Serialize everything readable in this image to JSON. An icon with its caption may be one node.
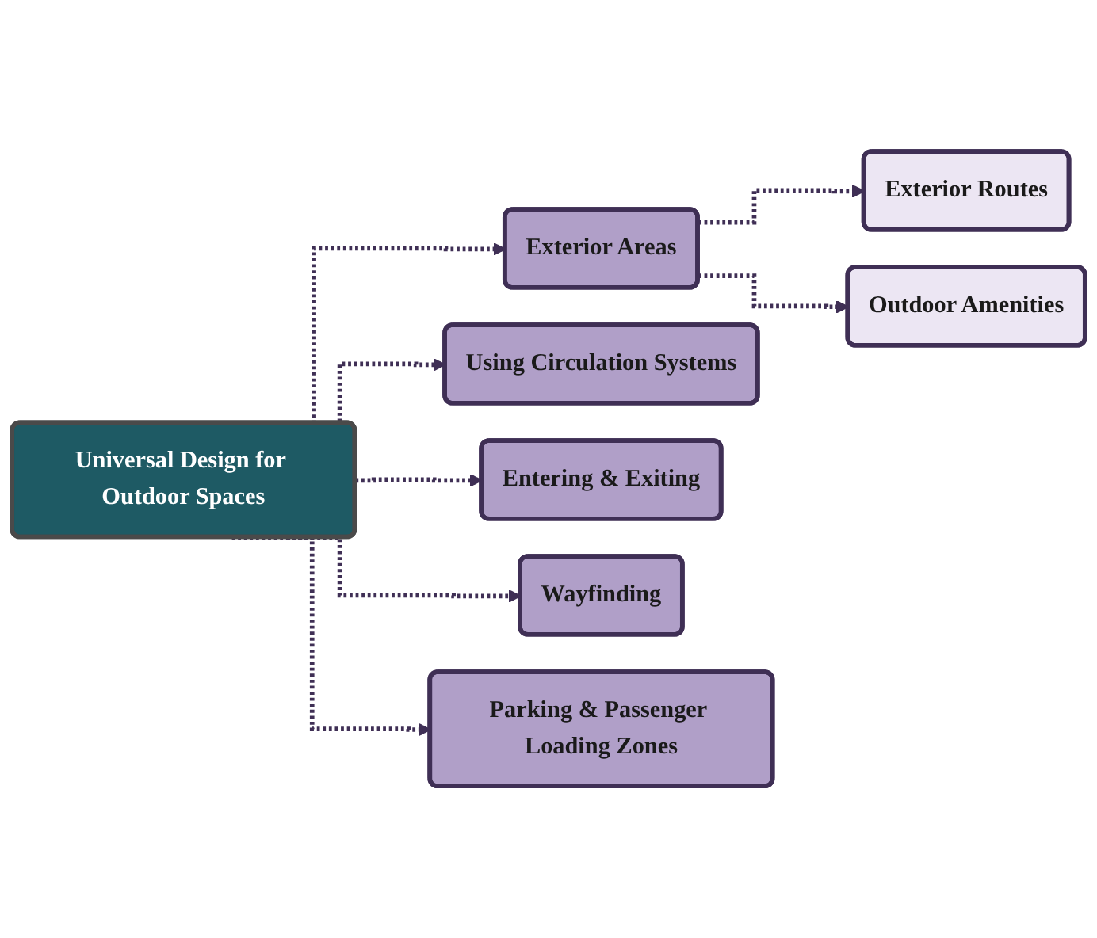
{
  "diagram": {
    "nodes": [
      {
        "text": [
          "Universal Design for Outdoor Spaces"
        ]
      },
      {
        "text": [
          "Exterior Areas"
        ]
      },
      {
        "text": [
          "Exterior Routes"
        ]
      },
      {
        "text": [
          "Outdoor Amenities"
        ]
      },
      {
        "text": [
          "Using Circulation Systems"
        ]
      },
      {
        "text": [
          "Entering & Exiting"
        ]
      },
      {
        "text": [
          "Wayfinding"
        ]
      },
      {
        "text": [
          "Parking & Passenger Loading Zones"
        ]
      }
    ],
    "edges": [
      {
        "from": 0,
        "to": 1,
        "arrow": "to",
        "style": "dashed"
      },
      {
        "from": 1,
        "to": 2,
        "arrow": "to",
        "style": "dashed"
      },
      {
        "from": 1,
        "to": 3,
        "arrow": "to",
        "style": "dashed"
      },
      {
        "from": 0,
        "to": 4,
        "arrow": "to",
        "style": "dashed"
      },
      {
        "from": 0,
        "to": 5,
        "arrow": "to",
        "style": "dashed"
      },
      {
        "from": 0,
        "to": 6,
        "arrow": "to",
        "style": "dashed"
      },
      {
        "from": 0,
        "to": 7,
        "arrow": "to",
        "style": "dashed"
      }
    ]
  }
}
